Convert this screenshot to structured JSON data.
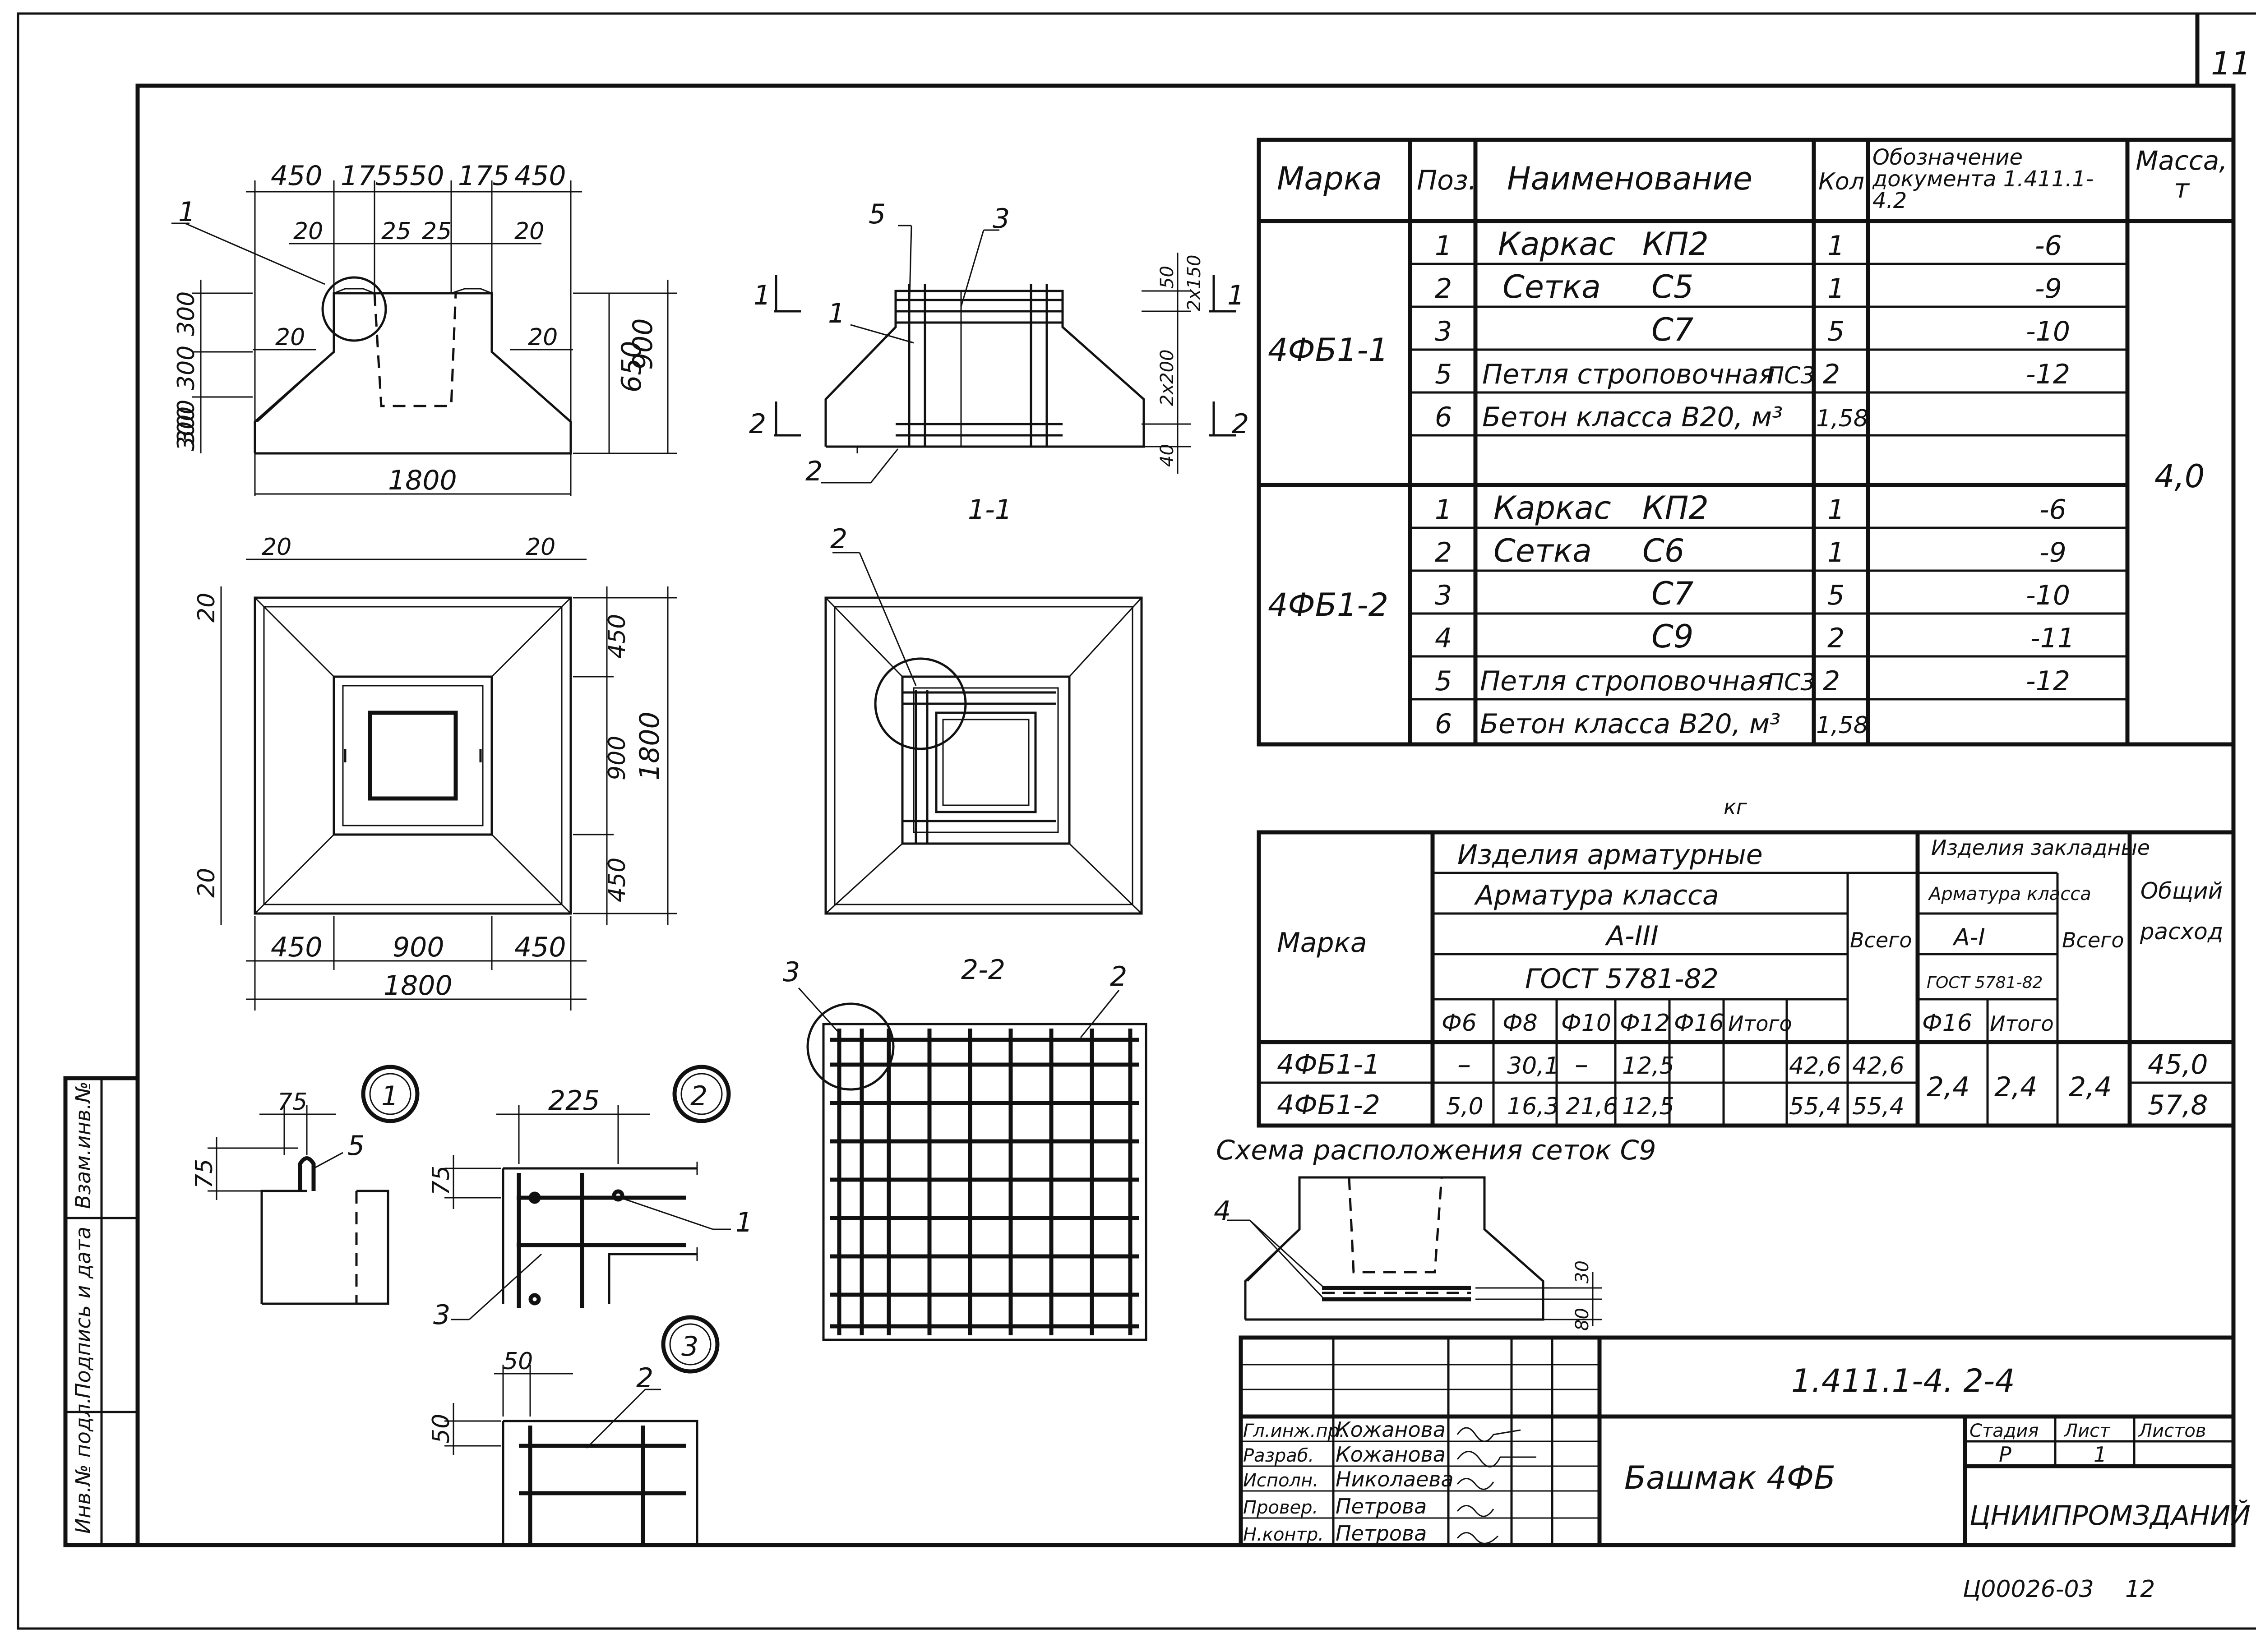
{
  "sheet": {
    "sheet_number": "11",
    "code": "1.411.1-4. 2-4",
    "title": "Башмак 4ФБ",
    "organization": "ЦНИИПРОМЗДАНИЙ",
    "stamp_footer": "Ц00026-03",
    "footer_page": "12",
    "stage_header": "Стадия",
    "sheet_header": "Лист",
    "sheets_header": "Листов",
    "stage": "Р",
    "sheet": "1",
    "sheets": ""
  },
  "side_stamp": {
    "cells": [
      "Инв.№ подл.",
      "Подпись и дата",
      "Взам.инв.№"
    ]
  },
  "signatures": [
    {
      "role": "Гл.инж.пр.",
      "name": "Кожанова"
    },
    {
      "role": "Разраб.",
      "name": "Кожанова"
    },
    {
      "role": "Исполн.",
      "name": "Николаева"
    },
    {
      "role": "Провер.",
      "name": "Петрова"
    },
    {
      "role": "Н.контр.",
      "name": "Петрова"
    }
  ],
  "spec_table": {
    "headers": {
      "mark": "Марка",
      "pos": "Поз.",
      "name": "Наименование",
      "qty": "Кол.",
      "doc": "Обозначение документа 1.411.1-4.2",
      "mass": "Масса, т"
    },
    "groups": [
      {
        "mark": "4ФБ1-1",
        "rows": [
          {
            "pos": "1",
            "name": "Каркас",
            "code": "КП2",
            "qty": "1",
            "doc": "-6"
          },
          {
            "pos": "2",
            "name": "Сетка",
            "code": "С5",
            "qty": "1",
            "doc": "-9"
          },
          {
            "pos": "3",
            "name": "",
            "code": "С7",
            "qty": "5",
            "doc": "-10"
          },
          {
            "pos": "5",
            "name": "Петля строповочная",
            "code": "ПС3",
            "qty": "2",
            "doc": "-12"
          },
          {
            "pos": "6",
            "name": "Бетон класса В20, м³",
            "code": "",
            "qty": "1,58",
            "doc": ""
          }
        ]
      },
      {
        "mark": "4ФБ1-2",
        "rows": [
          {
            "pos": "1",
            "name": "Каркас",
            "code": "КП2",
            "qty": "1",
            "doc": "-6"
          },
          {
            "pos": "2",
            "name": "Сетка",
            "code": "С6",
            "qty": "1",
            "doc": "-9"
          },
          {
            "pos": "3",
            "name": "",
            "code": "С7",
            "qty": "5",
            "doc": "-10"
          },
          {
            "pos": "4",
            "name": "",
            "code": "С9",
            "qty": "2",
            "doc": "-11"
          },
          {
            "pos": "5",
            "name": "Петля строповочная",
            "code": "ПС3",
            "qty": "2",
            "doc": "-12"
          },
          {
            "pos": "6",
            "name": "Бетон класса В20, м³",
            "code": "",
            "qty": "1,58",
            "doc": ""
          }
        ]
      }
    ],
    "mass": "4,0"
  },
  "steel_table": {
    "unit": "кг",
    "headers": {
      "mark": "Марка",
      "arm": "Изделия арматурные",
      "arm_class": "Арматура класса",
      "arm_class_value": "А-III",
      "arm_gost": "ГОСТ 5781-82",
      "total": "Всего",
      "emb": "Изделия закладные",
      "emb_class": "Арматура класса",
      "emb_class_value": "А-I",
      "emb_gost": "ГОСТ 5781-82",
      "emb_total": "Всего",
      "overall": "Общий расход",
      "diam": [
        "Ф6",
        "Ф8",
        "Ф10",
        "Ф12",
        "Ф16",
        "Итого"
      ],
      "emb_diam": [
        "Ф16",
        "Итого"
      ]
    },
    "rows": [
      {
        "mark": "4ФБ1-1",
        "f6": "–",
        "f8": "30,1",
        "f10": "–",
        "f12": "12,5",
        "f16": "",
        "itogo": "42,6",
        "total": "42,6",
        "overall": "45,0"
      },
      {
        "mark": "4ФБ1-2",
        "f6": "5,0",
        "f8": "16,3",
        "f10": "21,6",
        "f12": "12,5",
        "f16": "",
        "itogo": "55,4",
        "total": "55,4",
        "overall": "57,8"
      }
    ],
    "emb_f16": "2,4",
    "emb_itogo": "2,4",
    "emb_total": "2,4"
  },
  "drawings": {
    "elevation_dims_top": [
      "450",
      "175",
      "550",
      "175",
      "450"
    ],
    "elevation_dims_small": [
      "20",
      "25",
      "25",
      "20"
    ],
    "elevation_side_dims": [
      "20",
      "20"
    ],
    "elevation_left_dims": [
      "300",
      "300",
      "300",
      "300"
    ],
    "elevation_right_dims": [
      "650",
      "900"
    ],
    "elevation_total": "1800",
    "plan_top": [
      "20",
      "20"
    ],
    "plan_left": [
      "20",
      "20"
    ],
    "plan_right": [
      "450",
      "900",
      "450",
      "1800"
    ],
    "plan_bottom": [
      "450",
      "900",
      "450"
    ],
    "plan_total": "1800",
    "section_11_label": "1-1",
    "section_11_dims": [
      "50",
      "2x150",
      "2x200",
      "40"
    ],
    "section_22_label": "2-2",
    "callouts": [
      "1",
      "2",
      "3",
      "4",
      "5"
    ],
    "cut_marks": [
      "1",
      "1",
      "2",
      "2"
    ],
    "node1_dims": [
      "75",
      "75"
    ],
    "node2_dims": [
      "225",
      "75"
    ],
    "node3_dims": [
      "50",
      "50"
    ],
    "node_numbers": [
      "1",
      "2",
      "3"
    ],
    "c9_title": "Схема расположения сеток С9",
    "c9_dims": [
      "30",
      "80"
    ]
  }
}
